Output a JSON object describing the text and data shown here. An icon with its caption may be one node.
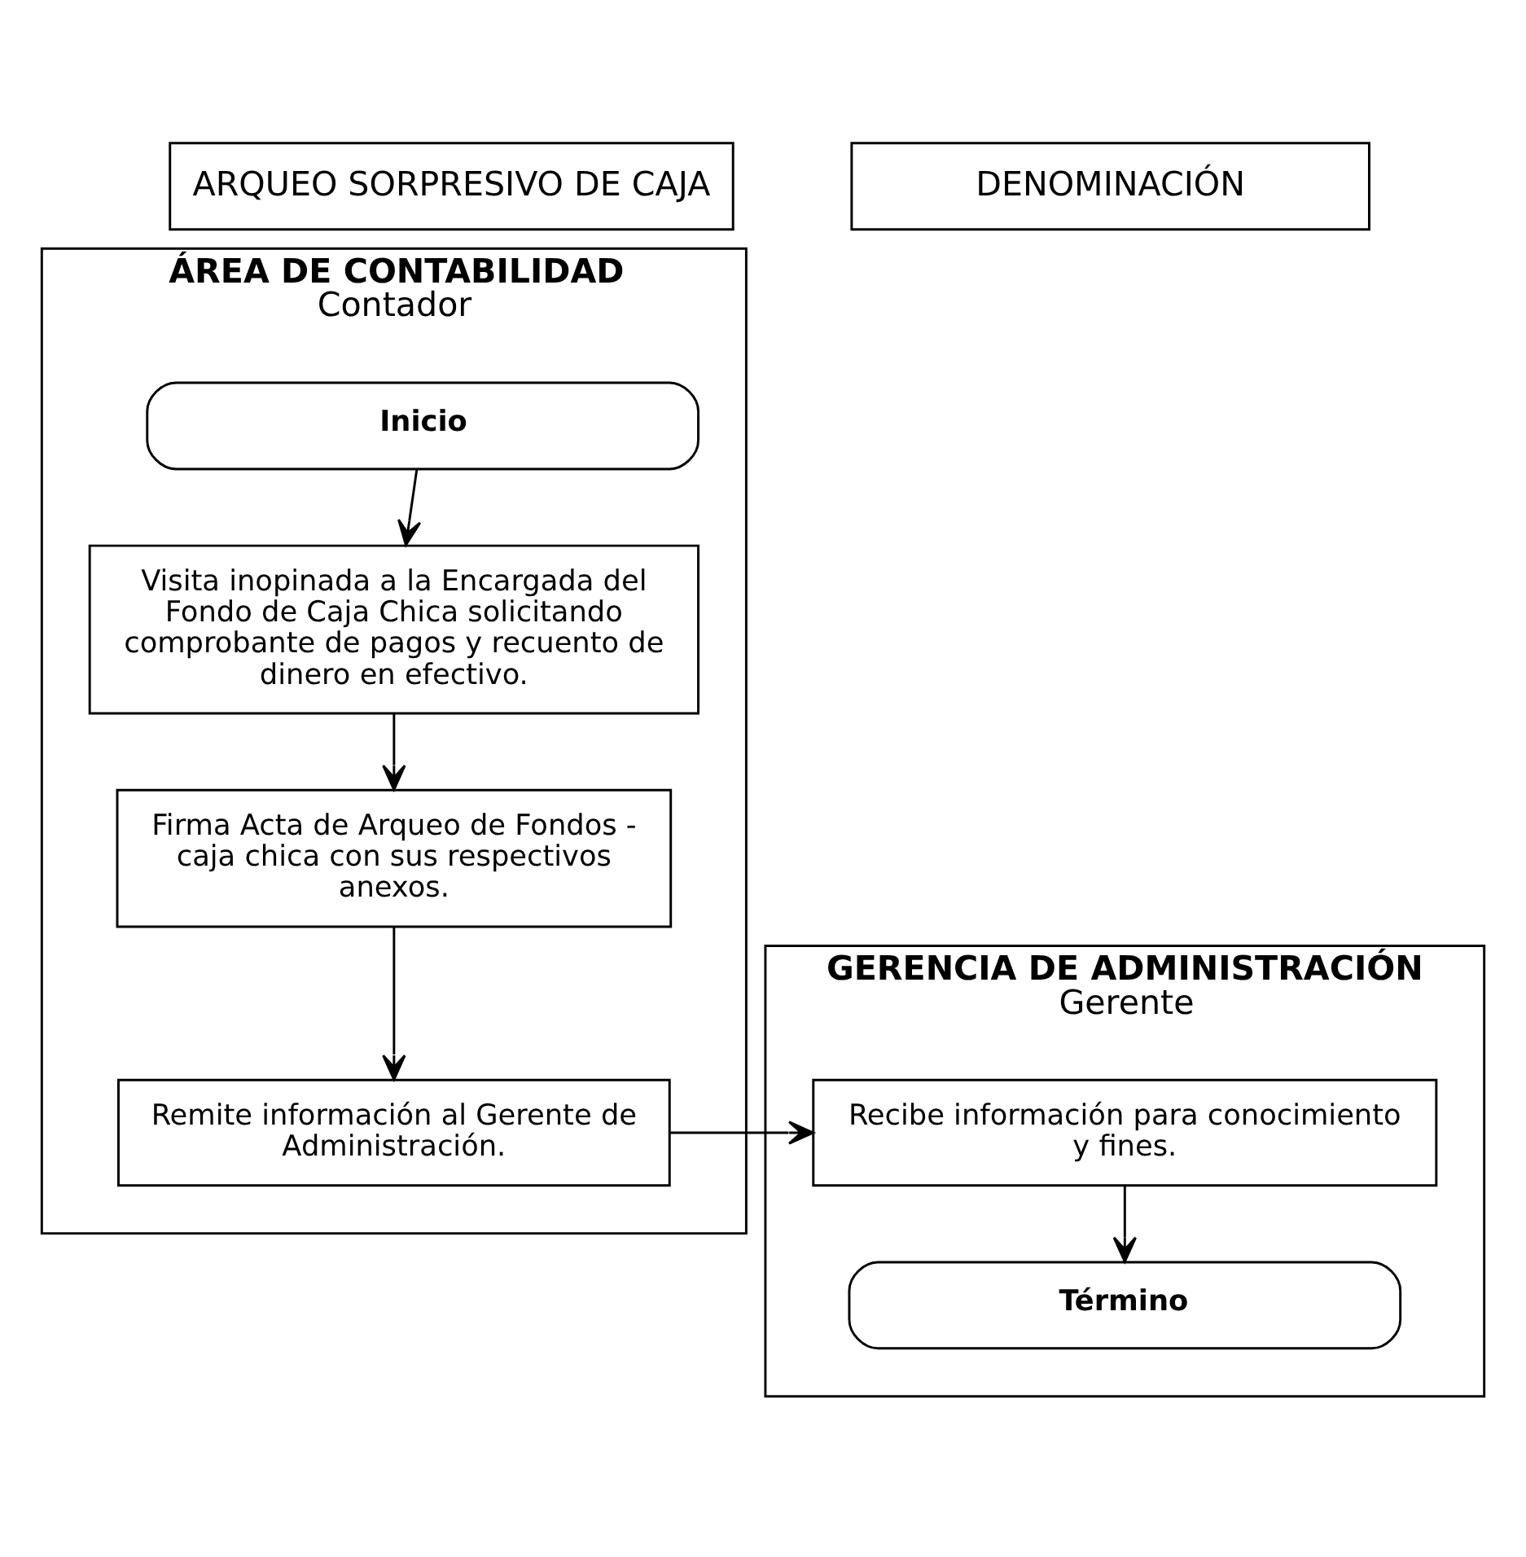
{
  "diagram": {
    "nodes": [
      {
        "text": [
          "ÁREA DE CONTABILIDAD",
          "Contador"
        ]
      },
      {
        "text": [
          "GERENCIA DE ADMINISTRACIÓN",
          "Gerente"
        ]
      },
      {
        "text": [
          "Inicio"
        ],
        "in": 0
      },
      {
        "text": [
          "Visita inopinada a la Encargada del Fondo de Caja Chica solicitando comprobante de pagos y recuento de dinero en efectivo."
        ],
        "in": 0
      },
      {
        "text": [
          "Firma Acta de Arqueo de Fondos - caja chica con sus respectivos anexos."
        ],
        "in": 0
      },
      {
        "text": [
          "Remite información al Gerente de Administración."
        ],
        "in": 0
      },
      {
        "text": [
          "Recibe información para conocimiento y fines."
        ],
        "in": 1
      },
      {
        "text": [
          "Término"
        ],
        "in": 1
      }
    ],
    "edges": [
      {
        "from": 2,
        "to": 3,
        "arrow": "to"
      },
      {
        "from": 3,
        "to": 4,
        "arrow": "to"
      },
      {
        "from": 4,
        "to": 5,
        "arrow": "to"
      },
      {
        "from": 5,
        "to": 6,
        "arrow": "to"
      },
      {
        "from": 6,
        "to": 7,
        "arrow": "to"
      }
    ],
    "labels": [
      "DENOMINACIÓN",
      "ARQUEO SORPRESIVO DE CAJA"
    ]
  }
}
